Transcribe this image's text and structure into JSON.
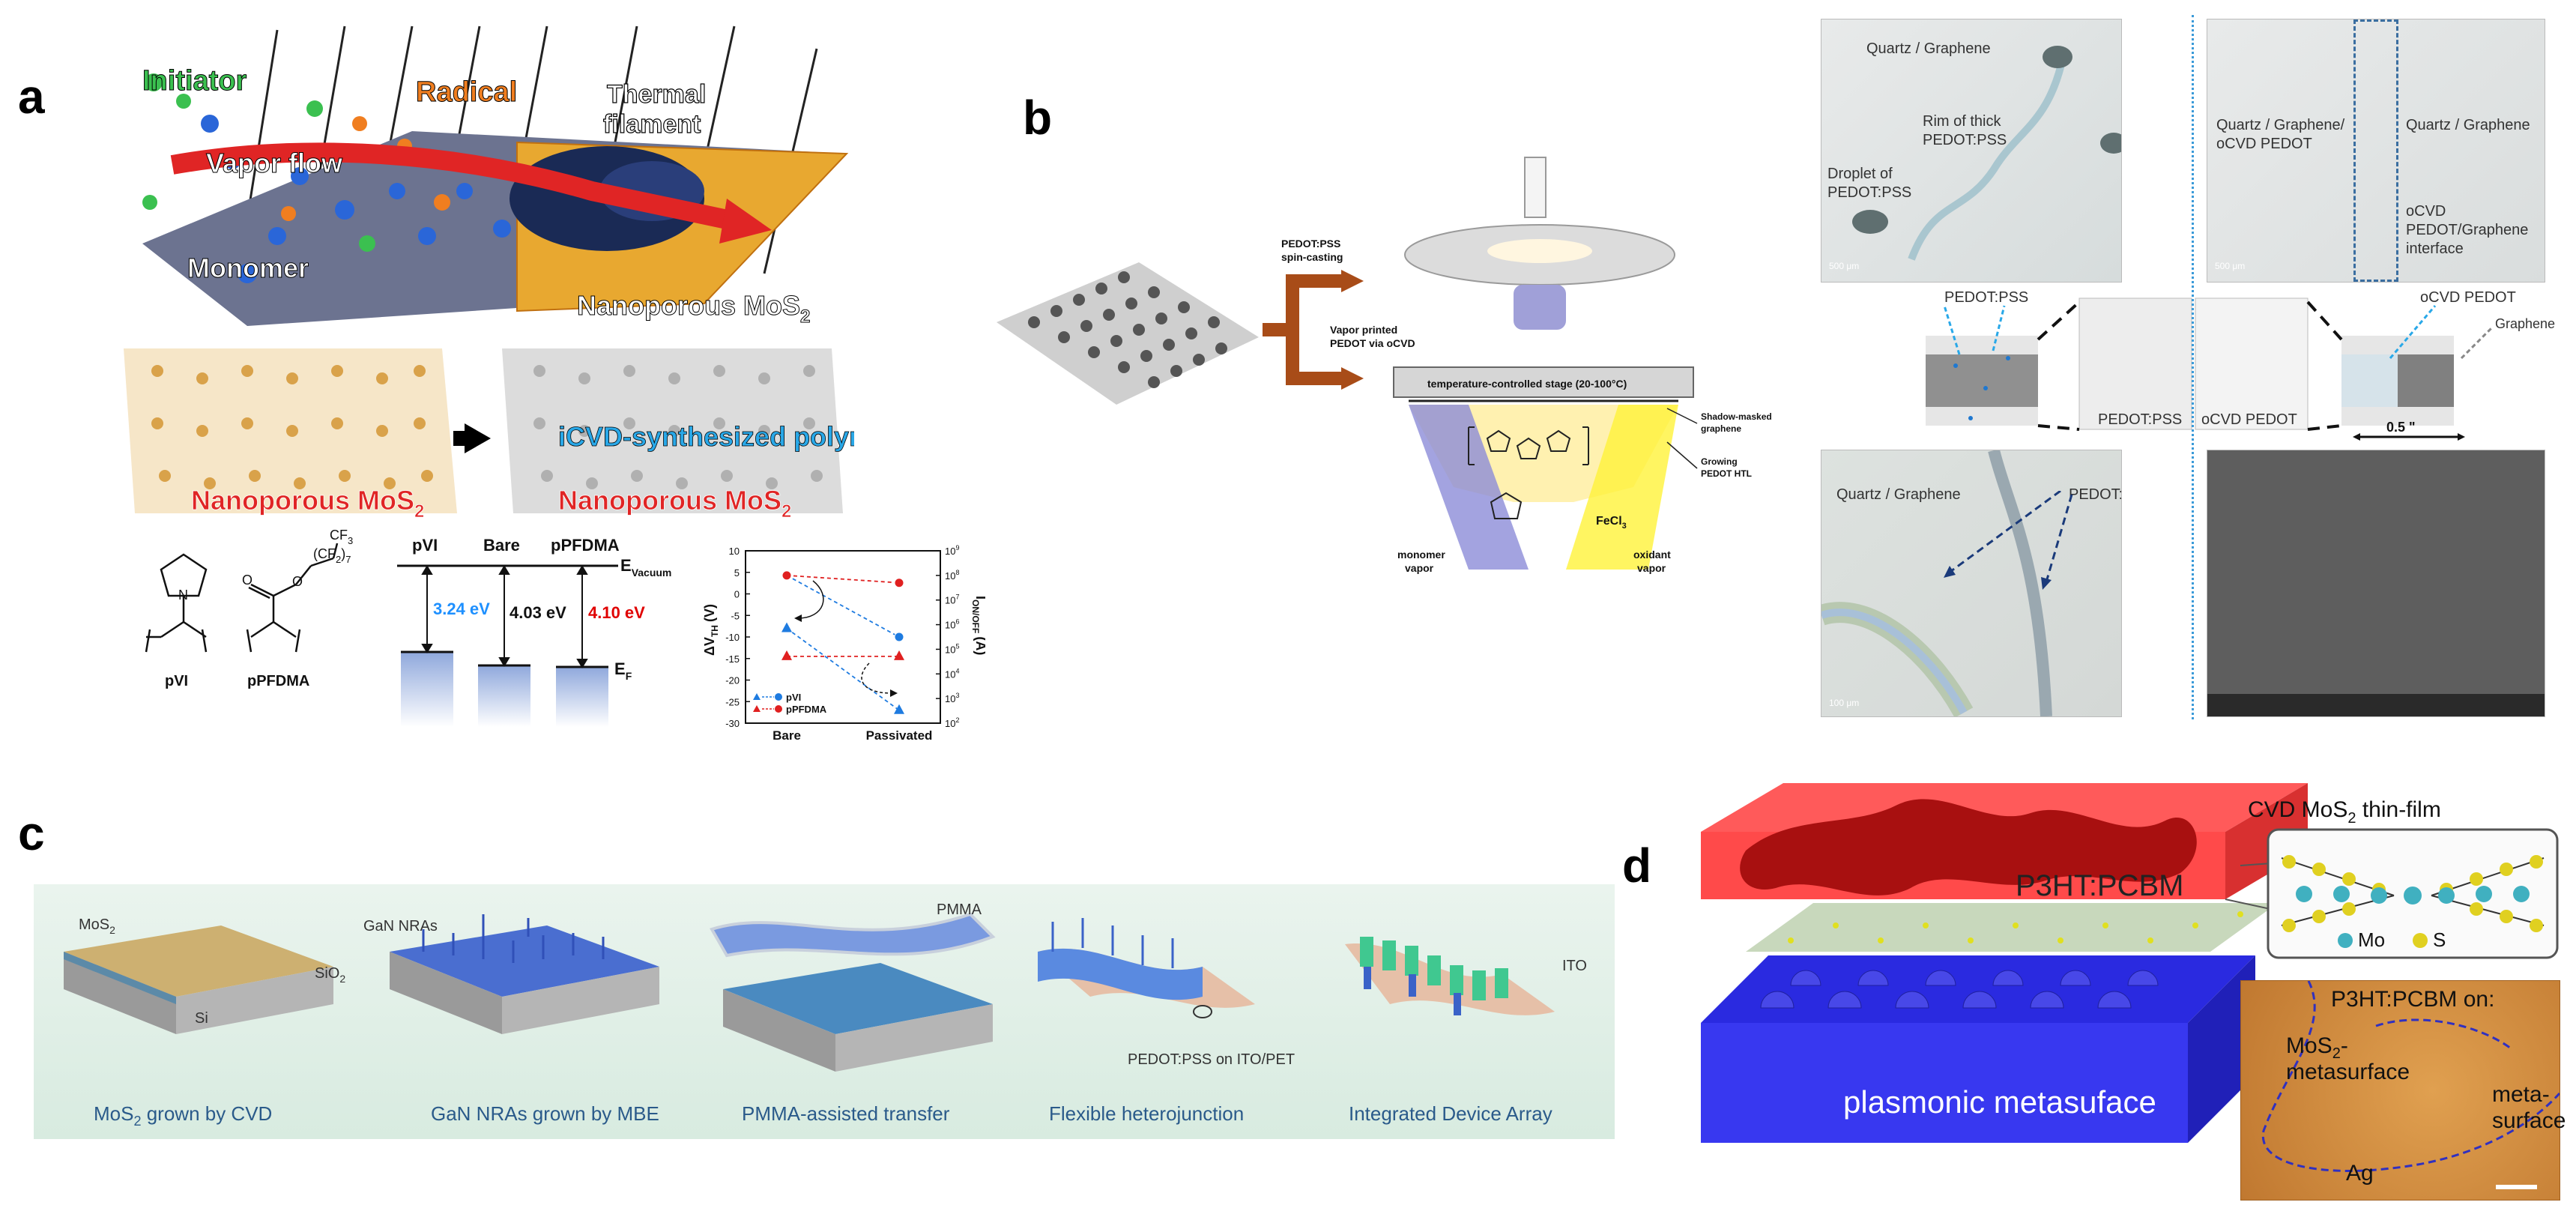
{
  "panels": {
    "a": {
      "letter": "a",
      "labels": {
        "initiator": "Initiator",
        "radical": "Radical",
        "thermal_filament_1": "Thermal",
        "thermal_filament_2": "filament",
        "vapor_flow": "Vapor flow",
        "monomer": "Monomer",
        "nanoporous_top": "Nanoporous MoS",
        "nanoporous_left": "Nanoporous MoS",
        "nanoporous_right": "Nanoporous MoS",
        "subscript_2": "2",
        "icvd": "iCVD-synthesized polymers",
        "pvi": "pVI",
        "ppfdma": "pPFDMA",
        "cf3": "CF",
        "cf3_sub": "3",
        "cf2_group": "(CF",
        "cf2_sub": "2",
        "cf2_close": ")",
        "cf2_n": "7"
      },
      "energy_diagram": {
        "columns": [
          "pVI",
          "Bare",
          "pPFDMA"
        ],
        "values": [
          "3.24 eV",
          "4.03 eV",
          "4.10 eV"
        ],
        "value_colors": [
          "#1e90ff",
          "#111111",
          "#e00000"
        ],
        "e_vacuum": "E",
        "e_vacuum_sub": "Vacuum",
        "e_f": "E",
        "e_f_sub": "F"
      },
      "chart_data": {
        "type": "scatter",
        "categories": [
          "Bare",
          "Passivated"
        ],
        "ylabel": "ΔV",
        "ylabel_sub": "TH",
        "ylabel_unit": "(V)",
        "y2label": "I",
        "y2label_sub": "ON/OFF",
        "y2label_unit": "(A)",
        "ylim": [
          -30,
          10
        ],
        "yticks": [
          "10",
          "5",
          "0",
          "-5",
          "-10",
          "-15",
          "-20",
          "-25",
          "-30"
        ],
        "y2lim_exp": [
          2,
          9
        ],
        "y2ticks_exp": [
          "9",
          "8",
          "7",
          "6",
          "5",
          "4",
          "3",
          "2"
        ],
        "y2_base": "10",
        "series": [
          {
            "name": "pVI",
            "axis": "left",
            "marker": "triangle",
            "color": "#1e7be0",
            "values": [
              -8,
              -27
            ]
          },
          {
            "name": "pPFDMA",
            "axis": "left",
            "marker": "triangle",
            "color": "#e02020",
            "values": [
              -14.5,
              -14.5
            ]
          },
          {
            "name": "pVI",
            "axis": "right",
            "marker": "circle",
            "color": "#1e7be0",
            "values_exp": [
              8,
              5.5
            ]
          },
          {
            "name": "pPFDMA",
            "axis": "right",
            "marker": "circle",
            "color": "#e02020",
            "values_exp": [
              8,
              7.7
            ]
          }
        ],
        "legend": {
          "placement": "bottom-left",
          "entries": [
            "pVI",
            "pPFDMA"
          ]
        }
      }
    },
    "b": {
      "letter": "b",
      "labels": {
        "spin_1": "PEDOT:PSS",
        "spin_2": "spin-casting",
        "vapor_1": "Vapor printed",
        "vapor_2": "PEDOT via oCVD",
        "stage": "temperature-controlled stage (20-100°C)",
        "shadow_1": "Shadow-masked",
        "shadow_2": "graphene",
        "growing_1": "Growing",
        "growing_2": "PEDOT HTL",
        "monomer_1": "monomer",
        "monomer_2": "vapor",
        "fecl3": "FeCl",
        "fecl3_sub": "3",
        "oxidant_1": "oxidant",
        "oxidant_2": "vapor"
      },
      "micrographs": {
        "tl_title": "Quartz / Graphene",
        "tl_rim_1": "Rim of thick",
        "tl_rim_2": "PEDOT:PSS",
        "tl_droplet_1": "Droplet of",
        "tl_droplet_2": "PEDOT:PSS",
        "tl_scale": "500 μm",
        "tr_left_1": "Quartz / Graphene/",
        "tr_left_2": "oCVD PEDOT",
        "tr_right": "Quartz / Graphene",
        "tr_iface_1": "oCVD",
        "tr_iface_2": "PEDOT/Graphene",
        "tr_iface_3": "interface",
        "tr_scale": "500 μm",
        "mid_pedotpss": "PEDOT:PSS",
        "mid_ocvd": "oCVD PEDOT",
        "mid_label_left": "PEDOT:PSS",
        "mid_label_right": "oCVD PEDOT",
        "mid_graphene": "Graphene",
        "mid_scale": "0.5 \"",
        "bl_title": "Quartz / Graphene",
        "bl_pedot": "PEDOT:PSS",
        "bl_scale": "100 μm"
      }
    },
    "c": {
      "letter": "c",
      "labels": {
        "mos2": "MoS",
        "mos2_sub": "2",
        "sio2": "SiO",
        "sio2_sub": "2",
        "si": "Si",
        "gan": "GaN NRAs",
        "pmma": "PMMA",
        "pedot_ito": "PEDOT:PSS on ITO/PET",
        "ito": "ITO"
      },
      "captions": [
        {
          "pre": "MoS",
          "sub": "2",
          "post": " grown by CVD"
        },
        {
          "pre": "GaN NRAs grown by MBE",
          "sub": "",
          "post": ""
        },
        {
          "pre": "PMMA-assisted transfer",
          "sub": "",
          "post": ""
        },
        {
          "pre": "Flexible heterojunction",
          "sub": "",
          "post": ""
        },
        {
          "pre": "Integrated Device Array",
          "sub": "",
          "post": ""
        }
      ]
    },
    "d": {
      "letter": "d",
      "labels": {
        "p3ht": "P3HT:PCBM",
        "plasmonic": "plasmonic metasuface",
        "cvd_title_pre": "CVD MoS",
        "cvd_title_sub": "2",
        "cvd_title_post": " thin-film",
        "mo": "Mo",
        "s": "S",
        "p3ht_on": "P3HT:PCBM on:",
        "mos2_meta_1": "MoS",
        "mos2_meta_sub": "2",
        "mos2_meta_dash": "-",
        "mos2_meta_2": "metasurface",
        "meta_1": "meta-",
        "meta_2": "surface",
        "ag": "Ag"
      }
    }
  }
}
